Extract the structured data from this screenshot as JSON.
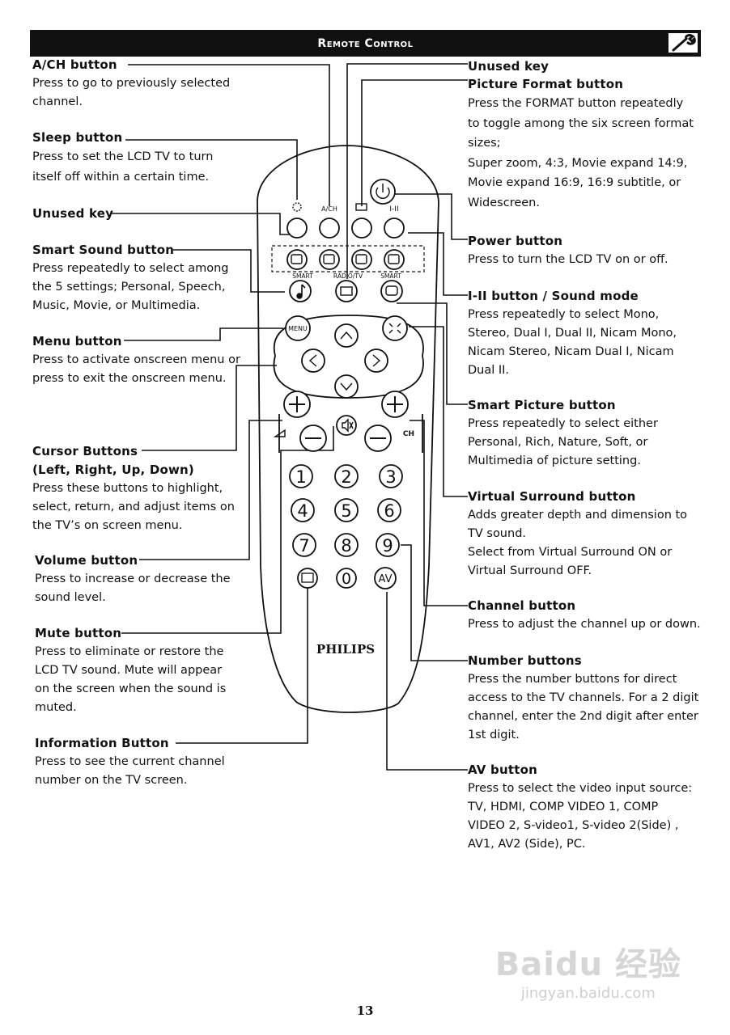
{
  "header": {
    "title": "Remote Control"
  },
  "left": [
    {
      "title": "A/CH  button",
      "desc": "Press to go to previously selected\nchannel."
    },
    {
      "title": "Sleep button",
      "desc": "Press to set the LCD TV to turn\nitself off within a certain time."
    },
    {
      "title": "Unused key",
      "desc": ""
    },
    {
      "title": "Smart Sound button",
      "desc": "Press repeatedly to select among\nthe 5 settings; Personal, Speech,\nMusic, Movie, or Multimedia."
    },
    {
      "title": "Menu button",
      "desc": "Press to activate onscreen menu or\npress to exit the onscreen menu."
    },
    {
      "title": "Cursor Buttons\n(Left, Right, Up, Down)",
      "desc": "Press these buttons to highlight,\n select, return, and adjust items on\n the TV’s on screen menu."
    },
    {
      "title": "Volume button",
      "desc": "Press to increase or decrease the\nsound level."
    },
    {
      "title": "Mute button",
      "desc": "Press to eliminate or restore the\nLCD TV sound. Mute will appear\non the screen when the sound is\nmuted."
    },
    {
      "title": "Information Button",
      "desc": "Press to see the current channel\nnumber on the TV screen."
    }
  ],
  "right": [
    {
      "title": "Unused key",
      "desc": ""
    },
    {
      "title": "Picture Format button",
      "desc": "Press the FORMAT button repeatedly\nto toggle among the six screen format\nsizes;\nSuper zoom, 4:3, Movie expand 14:9,\nMovie expand 16:9, 16:9 subtitle, or\nWidescreen."
    },
    {
      "title": "Power button",
      "desc": "Press to turn the LCD TV on or off."
    },
    {
      "title": "I-II button / Sound mode",
      "desc": "Press repeatedly to select Mono,\nStereo, Dual I, Dual II, Nicam Mono,\nNicam Stereo, Nicam Dual I, Nicam\nDual II."
    },
    {
      "title": "Smart Picture button",
      "desc": "Press repeatedly to select either\nPersonal, Rich, Nature, Soft, or\nMultimedia of picture setting."
    },
    {
      "title": "Virtual Surround button",
      "desc": "Adds greater depth and dimension to\nTV sound.\nSelect from Virtual Surround ON or\nVirtual Surround OFF."
    },
    {
      "title": "Channel button",
      "desc": "Press to adjust the channel up or down."
    },
    {
      "title": "Number buttons",
      "desc": "Press the number buttons for direct\naccess to the TV channels. For a 2 digit\nchannel, enter the 2nd digit after enter\n1st digit."
    },
    {
      "title": "AV button",
      "desc": "Press to select the video input source:\nTV, HDMI, COMP VIDEO 1, COMP\nVIDEO 2, S-video1, S-video 2(Side) ,\nAV1, AV2 (Side), PC."
    }
  ],
  "remote": {
    "brand": "PHILIPS",
    "labels": {
      "ach": "A/CH",
      "i_ii": "I-II",
      "smart_sound": "SMART",
      "radio_tv": "RADIO/TV",
      "smart_picture": "SMART",
      "menu": "MENU",
      "ch": "CH",
      "av": "AV"
    },
    "numbers": [
      "1",
      "2",
      "3",
      "4",
      "5",
      "6",
      "7",
      "8",
      "9",
      "0"
    ]
  },
  "page_number": "13",
  "watermark": {
    "logo": "Baidu 经验",
    "url": "jingyan.baidu.com"
  }
}
